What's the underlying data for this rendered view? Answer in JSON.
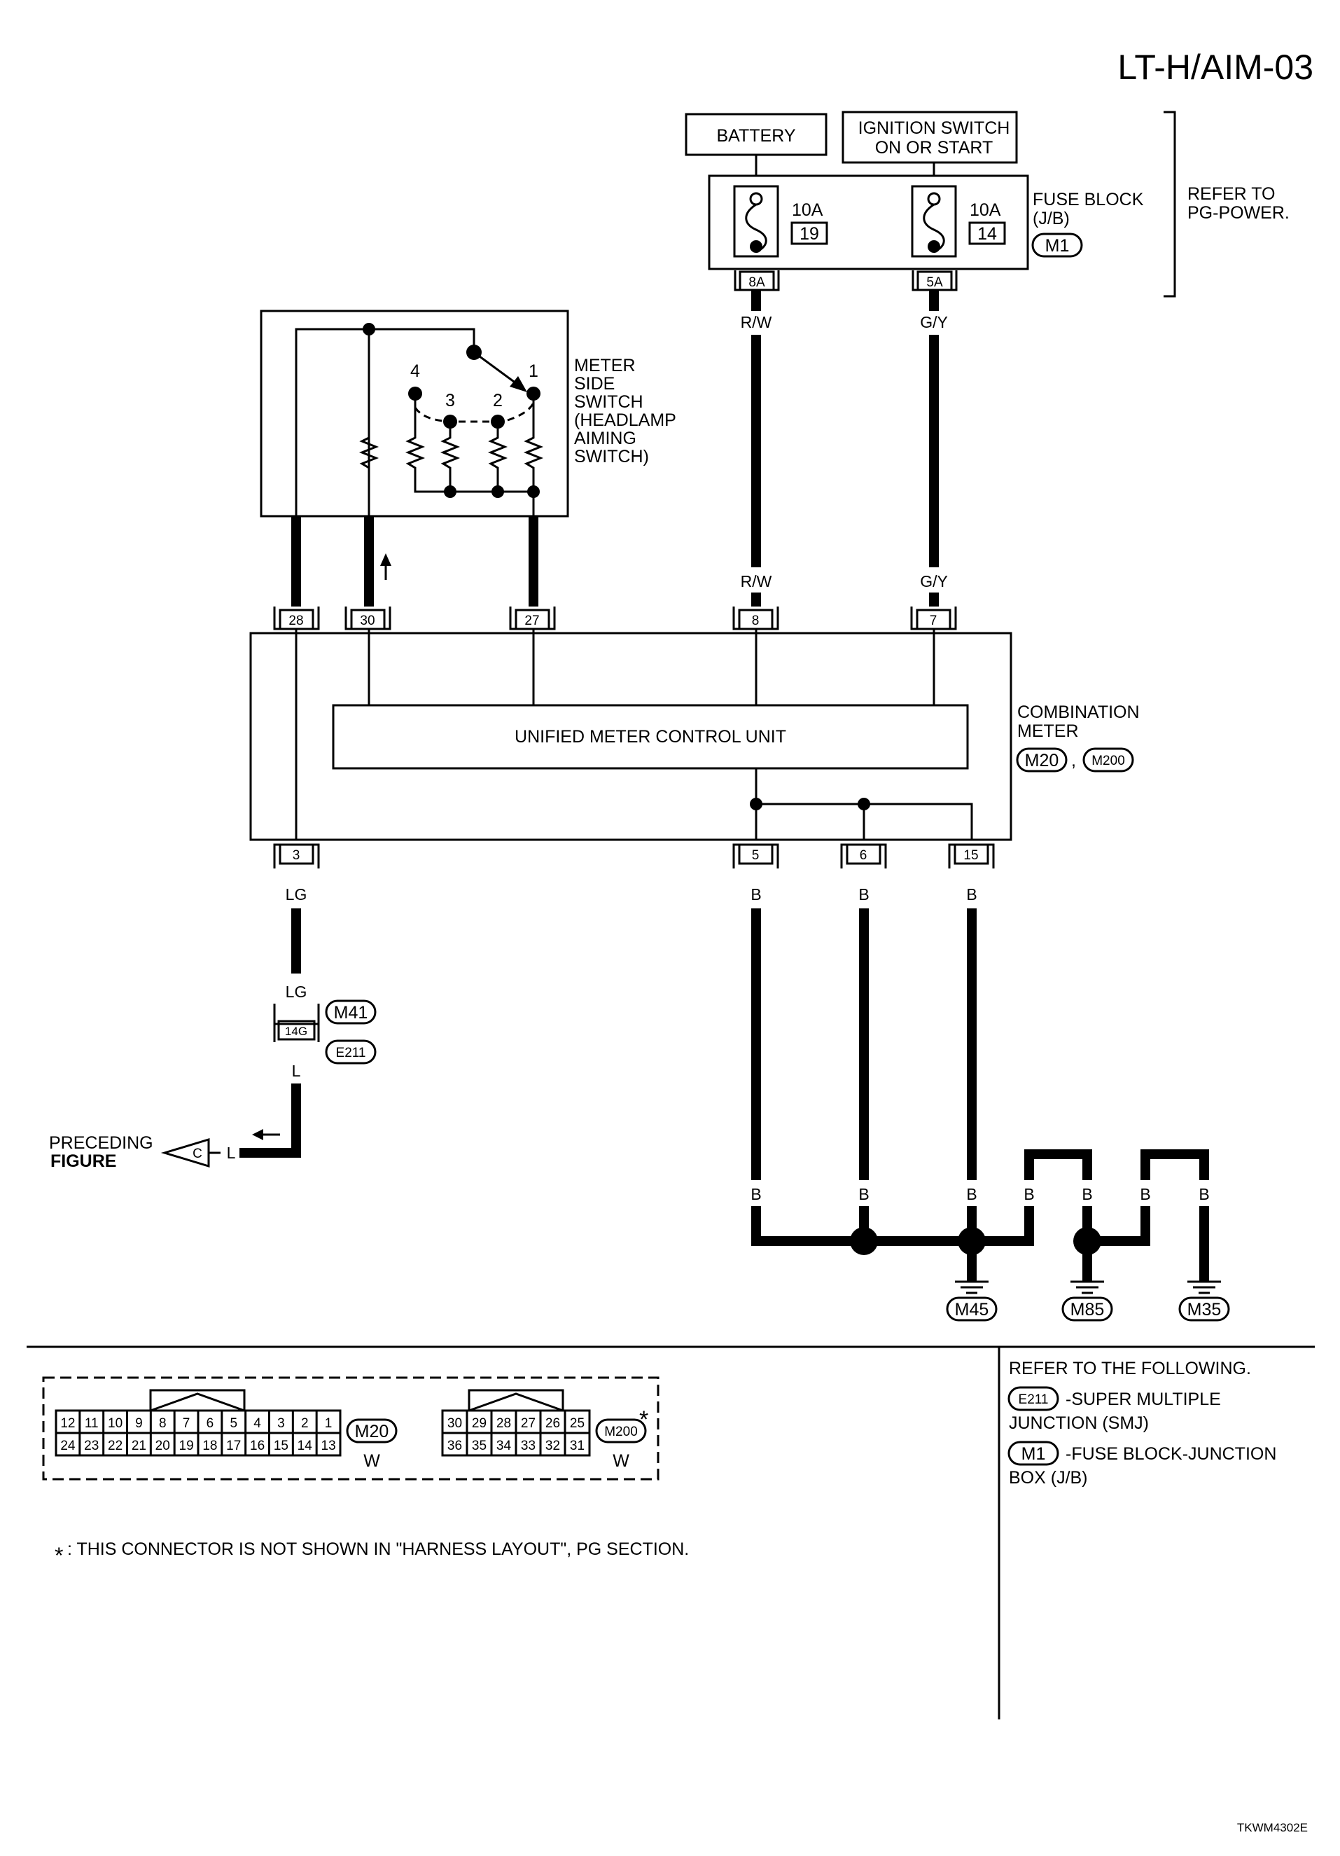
{
  "page_code": "LT-H/AIM-03",
  "figure_code": "TKWM4302E",
  "sources": {
    "battery": "BATTERY",
    "ignition_line1": "IGNITION SWITCH",
    "ignition_line2": "ON OR START"
  },
  "fuse_block": {
    "label_line1": "FUSE BLOCK",
    "label_line2": "(J/B)",
    "connector": "M1",
    "fuse_left_amp": "10A",
    "fuse_left_num": "19",
    "fuse_right_amp": "10A",
    "fuse_right_num": "14",
    "terminal_left": "8A",
    "terminal_right": "5A",
    "refer_line1": "REFER TO",
    "refer_line2": "PG-POWER."
  },
  "switch": {
    "label_lines": [
      "METER",
      "SIDE",
      "SWITCH",
      "(HEADLAMP",
      " AIMING",
      " SWITCH)"
    ],
    "positions": [
      "4",
      "3",
      "2",
      "1"
    ]
  },
  "combination_meter": {
    "label_line1": "COMBINATION",
    "label_line2": "METER",
    "connector_a": "M20",
    "separator": ",",
    "connector_b": "M200",
    "unit_label": "UNIFIED METER CONTROL UNIT",
    "top_pins": [
      "28",
      "30",
      "27",
      "8",
      "7"
    ],
    "bottom_pins": [
      "3",
      "5",
      "6",
      "15"
    ]
  },
  "wires": {
    "rw": "R/W",
    "gy": "G/Y",
    "lg": "LG",
    "l": "L",
    "b": "B"
  },
  "joint": {
    "pin": "14G",
    "connector_top": "M41",
    "connector_bottom": "E211"
  },
  "preceding": {
    "line1": "PRECEDING",
    "line2": "FIGURE",
    "ref": "C"
  },
  "grounds": [
    "M45",
    "M85",
    "M35"
  ],
  "connector_views": {
    "m20_top_row": [
      "12",
      "11",
      "10",
      "9",
      "8",
      "7",
      "6",
      "5",
      "4",
      "3",
      "2",
      "1"
    ],
    "m20_bottom_row": [
      "24",
      "23",
      "22",
      "21",
      "20",
      "19",
      "18",
      "17",
      "16",
      "15",
      "14",
      "13"
    ],
    "m20_label": "M20",
    "m20_color": "W",
    "m200_top_row": [
      "30",
      "29",
      "28",
      "27",
      "26",
      "25"
    ],
    "m200_bottom_row": [
      "36",
      "35",
      "34",
      "33",
      "32",
      "31"
    ],
    "m200_label": "M200",
    "m200_color": "W",
    "asterisk": "*"
  },
  "refer": {
    "heading": "REFER TO THE FOLLOWING.",
    "item1_connector": "E211",
    "item1_line1": "-SUPER MULTIPLE",
    "item1_line2": "JUNCTION (SMJ)",
    "item2_connector": "M1",
    "item2_line1": "-FUSE BLOCK-JUNCTION",
    "item2_line2": "BOX (J/B)"
  },
  "footnote": {
    "star": "*",
    "text": ": THIS CONNECTOR IS NOT SHOWN IN \"HARNESS LAYOUT\", PG SECTION."
  }
}
